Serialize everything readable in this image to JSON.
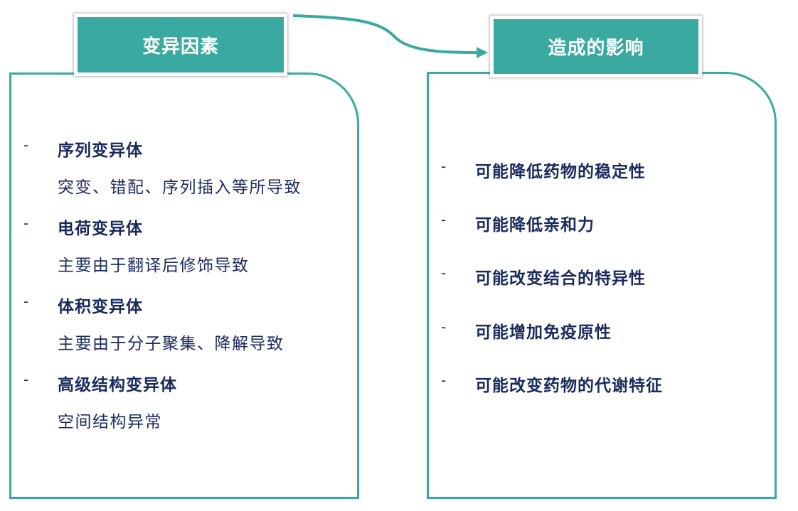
{
  "left_panel": {
    "header": "变异因素",
    "items": [
      {
        "title": "序列变异体",
        "desc": "突变、错配、序列插入等所导致"
      },
      {
        "title": "电荷变异体",
        "desc": "主要由于翻译后修饰导致"
      },
      {
        "title": "体积变异体",
        "desc": "主要由于分子聚集、降解导致"
      },
      {
        "title": "高级结构变异体",
        "desc": "空间结构异常"
      }
    ]
  },
  "right_panel": {
    "header": "造成的影响",
    "items": [
      "可能降低药物的稳定性",
      "可能降低亲和力",
      "可能改变结合的特异性",
      "可能增加免疫原性",
      "可能改变药物的代谢特征"
    ]
  },
  "bullet": "-",
  "colors": {
    "accent": "#3aaaa0",
    "text": "#1a2a5c",
    "header_text": "#ffffff"
  }
}
